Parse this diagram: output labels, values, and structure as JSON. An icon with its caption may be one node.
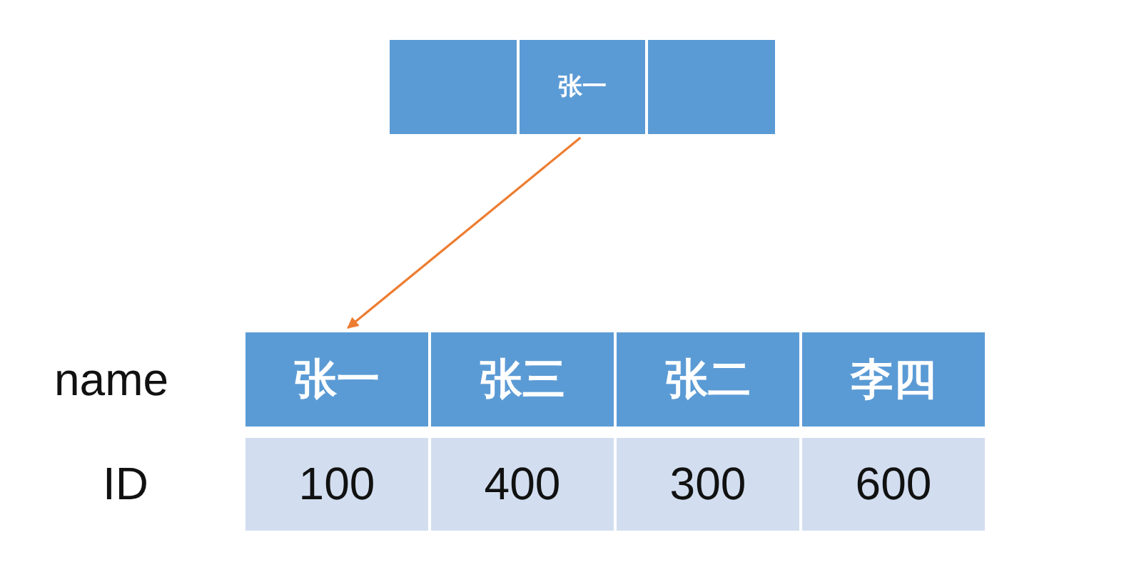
{
  "diagram": {
    "nodes": [
      {
        "text": [],
        "shape": "box"
      },
      {
        "text": [
          "张一"
        ]
      },
      {
        "text": [],
        "shape": "box"
      },
      {
        "text": [
          "张一"
        ]
      },
      {
        "text": [
          "张三"
        ]
      },
      {
        "text": [
          "张二"
        ]
      },
      {
        "text": [
          "李四"
        ]
      },
      {
        "text": [
          "100"
        ]
      },
      {
        "text": [
          "400"
        ]
      },
      {
        "text": [
          "300"
        ]
      },
      {
        "text": [
          "600"
        ]
      }
    ],
    "edges": [
      {
        "from": 1,
        "to": 3,
        "arrow": "to"
      }
    ],
    "labels": [
      "name",
      "ID"
    ]
  }
}
